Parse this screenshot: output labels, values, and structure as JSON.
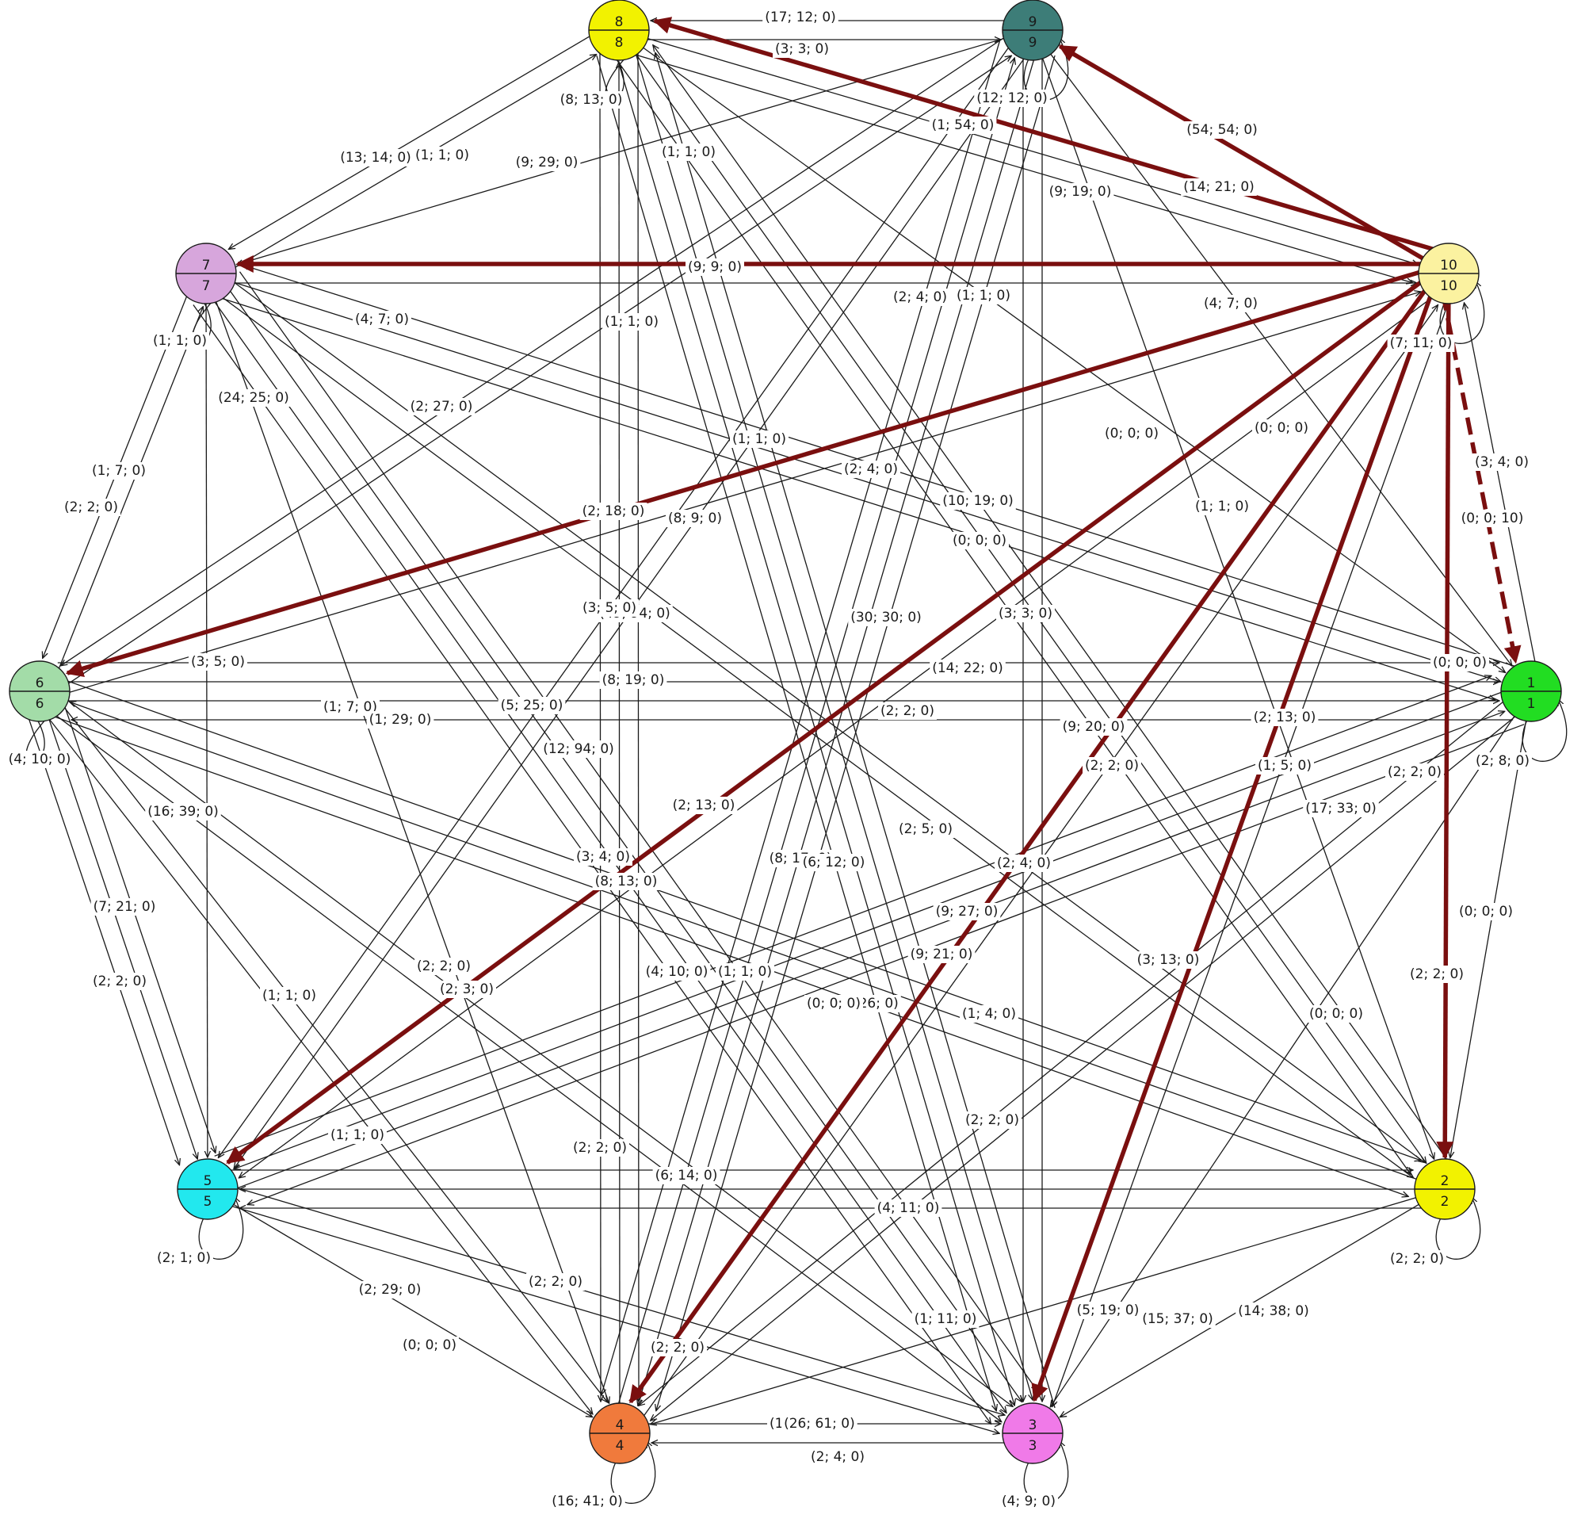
{
  "colors": {
    "edge": "#1a1a1a",
    "highlight": "#7a0f0f",
    "label_bg": "#ffffff"
  },
  "nodes": [
    {
      "id": 1,
      "top": "1",
      "bottom": "1",
      "color": "#22dd22",
      "loop_label": "(2; 8; 0)"
    },
    {
      "id": 2,
      "top": "2",
      "bottom": "2",
      "color": "#f2f200",
      "loop_label": "(2; 2; 0)"
    },
    {
      "id": 3,
      "top": "3",
      "bottom": "3",
      "color": "#f07ae8",
      "loop_label": "(4; 9; 0)"
    },
    {
      "id": 4,
      "top": "4",
      "bottom": "4",
      "color": "#f07a3c",
      "loop_label": "(16; 41; 0)"
    },
    {
      "id": 5,
      "top": "5",
      "bottom": "5",
      "color": "#22e8ee",
      "loop_label": "(2; 1; 0)"
    },
    {
      "id": 6,
      "top": "6",
      "bottom": "6",
      "color": "#a3dca8",
      "loop_label": "(4; 10; 0)"
    },
    {
      "id": 7,
      "top": "7",
      "bottom": "7",
      "color": "#d7a6dc",
      "loop_label": "(1; 1; 0)"
    },
    {
      "id": 8,
      "top": "8",
      "bottom": "8",
      "color": "#f2f200",
      "loop_label": "(8; 13; 0)"
    },
    {
      "id": 9,
      "top": "9",
      "bottom": "9",
      "color": "#3d7d78",
      "loop_label": "(12; 12; 0)"
    },
    {
      "id": 10,
      "top": "10",
      "bottom": "10",
      "color": "#fbf2a0",
      "loop_label": "(7; 11; 0)"
    }
  ],
  "edges": [
    {
      "from": 9,
      "to": 8,
      "label": "(17; 12; 0)"
    },
    {
      "from": 8,
      "to": 9,
      "label": "(3; 3; 0)"
    },
    {
      "from": 10,
      "to": 9,
      "label": "(54; 54; 0)",
      "highlight": true
    },
    {
      "from": 10,
      "to": 8,
      "label": "(1; 54; 0)",
      "highlight": true
    },
    {
      "from": 10,
      "to": 7,
      "label": "(9; 9; 0)",
      "highlight": true
    },
    {
      "from": 10,
      "to": 6,
      "label": "(2; 18; 0)",
      "highlight": true
    },
    {
      "from": 10,
      "to": 5,
      "label": "(2; 13; 0)",
      "highlight": true
    },
    {
      "from": 10,
      "to": 4,
      "label": "(9; 21; 0)",
      "highlight": true
    },
    {
      "from": 10,
      "to": 3,
      "label": "(3; 13; 0)",
      "highlight": true
    },
    {
      "from": 10,
      "to": 2,
      "label": "(2; 2; 0)",
      "highlight": true
    },
    {
      "from": 10,
      "to": 1,
      "label": "(0; 0; 10)",
      "highlight": true
    },
    {
      "from": 1,
      "to": 10,
      "label": "(3; 4; 0)"
    },
    {
      "from": 8,
      "to": 10,
      "label": "(14; 21; 0)"
    },
    {
      "from": 8,
      "to": 10,
      "label": "(9; 19; 0)"
    },
    {
      "from": 8,
      "to": 7,
      "label": "(13; 14; 0)"
    },
    {
      "from": 7,
      "to": 8,
      "label": "(1; 1; 0)"
    },
    {
      "from": 9,
      "to": 7,
      "label": "(9; 29; 0)"
    },
    {
      "from": 8,
      "to": 1,
      "label": "(1; 1; 0)"
    },
    {
      "from": 7,
      "to": 10,
      "label": "(2; 4; 0)"
    },
    {
      "from": 9,
      "to": 1,
      "label": "(1; 1; 0)"
    },
    {
      "from": 9,
      "to": 5,
      "label": "(1; 1; 0)"
    },
    {
      "from": 7,
      "to": 3,
      "label": "(4; 7; 0)"
    },
    {
      "from": 9,
      "to": 6,
      "label": "(2; 27; 0)"
    },
    {
      "from": 7,
      "to": 6,
      "label": "(1; 7; 0)"
    },
    {
      "from": 6,
      "to": 7,
      "label": "(2; 2; 0)"
    },
    {
      "from": 7,
      "to": 4,
      "label": "(24; 25; 0)"
    },
    {
      "from": 7,
      "to": 1,
      "label": "(1; 1; 0)"
    },
    {
      "from": 9,
      "to": 4,
      "label": "(4; 7; 0)"
    },
    {
      "from": 6,
      "to": 10,
      "label": "(2; 4; 0)"
    },
    {
      "from": 8,
      "to": 2,
      "label": "(0; 0; 0)"
    },
    {
      "from": 9,
      "to": 2,
      "label": "(0; 0; 0)"
    },
    {
      "from": 9,
      "to": 3,
      "label": "(1; 1; 0)"
    },
    {
      "from": 7,
      "to": 2,
      "label": "(10; 19; 0)"
    },
    {
      "from": 6,
      "to": 9,
      "label": "(8; 9; 0)"
    },
    {
      "from": 7,
      "to": 1,
      "label": "(0; 0; 0)"
    },
    {
      "from": 8,
      "to": 4,
      "label": "(49; 94; 0)"
    },
    {
      "from": 8,
      "to": 3,
      "label": "(3; 5; 0)"
    },
    {
      "from": 4,
      "to": 9,
      "label": "(30; 30; 0)"
    },
    {
      "from": 9,
      "to": 3,
      "label": "(3; 3; 0)"
    },
    {
      "from": 8,
      "to": 2,
      "label": "(8; 19; 0)"
    },
    {
      "from": 1,
      "to": 6,
      "label": "(2; 2; 0)"
    },
    {
      "from": 6,
      "to": 1,
      "label": "(0; 0; 0)"
    },
    {
      "from": 1,
      "to": 7,
      "label": "(14; 22; 0)"
    },
    {
      "from": 1,
      "to": 5,
      "label": "(3; 5; 0)"
    },
    {
      "from": 7,
      "to": 5,
      "label": "(1; 7; 0)"
    },
    {
      "from": 6,
      "to": 2,
      "label": "(5; 25; 0)"
    },
    {
      "from": 6,
      "to": 3,
      "label": "(2; 13; 0)"
    },
    {
      "from": 6,
      "to": 1,
      "label": "(9; 20; 0)"
    },
    {
      "from": 8,
      "to": 3,
      "label": "(1; 29; 0)"
    },
    {
      "from": 9,
      "to": 5,
      "label": "(12; 94; 0)"
    },
    {
      "from": 8,
      "to": 3,
      "label": "(1; 5; 0)"
    },
    {
      "from": 2,
      "to": 6,
      "label": "(2; 2; 0)"
    },
    {
      "from": 4,
      "to": 10,
      "label": "(17; 33; 0)"
    },
    {
      "from": 1,
      "to": 4,
      "label": "(16; 39; 0)"
    },
    {
      "from": 6,
      "to": 5,
      "label": "(2; 5; 0)"
    },
    {
      "from": 7,
      "to": 3,
      "label": "(3; 4; 0)"
    },
    {
      "from": 6,
      "to": 2,
      "label": "(8; 17; 0)"
    },
    {
      "from": 4,
      "to": 8,
      "label": "(6; 12; 0)"
    },
    {
      "from": 3,
      "to": 8,
      "label": "(2; 4; 0)"
    },
    {
      "from": 6,
      "to": 1,
      "label": "(8; 13; 0)"
    },
    {
      "from": 5,
      "to": 1,
      "label": "(9; 27; 0)"
    },
    {
      "from": 1,
      "to": 5,
      "label": "(0; 0; 0)"
    },
    {
      "from": 5,
      "to": 1,
      "label": "(7; 21; 0)"
    },
    {
      "from": 6,
      "to": 5,
      "label": "(2; 2; 0)"
    },
    {
      "from": 6,
      "to": 3,
      "label": "(2; 3; 0)"
    },
    {
      "from": 10,
      "to": 5,
      "label": "(4; 10; 0)"
    },
    {
      "from": 8,
      "to": 4,
      "label": "(1; 1; 0)"
    },
    {
      "from": 9,
      "to": 4,
      "label": "(1; 1; 0)"
    },
    {
      "from": 6,
      "to": 4,
      "label": "(11; 26; 0)"
    },
    {
      "from": 7,
      "to": 2,
      "label": "(2; 2; 0)"
    },
    {
      "from": 1,
      "to": 2,
      "label": "(2; 2; 0)"
    },
    {
      "from": 6,
      "to": 5,
      "label": "(1; 4; 0)"
    },
    {
      "from": 10,
      "to": 3,
      "label": "(0; 0; 0)"
    },
    {
      "from": 2,
      "to": 8,
      "label": "(0; 0; 0)"
    },
    {
      "from": 1,
      "to": 4,
      "label": "(2; 2; 0)"
    },
    {
      "from": 7,
      "to": 3,
      "label": "(1; 1; 0)"
    },
    {
      "from": 2,
      "to": 5,
      "label": "(2; 2; 0)"
    },
    {
      "from": 9,
      "to": 4,
      "label": "(6; 14; 0)"
    },
    {
      "from": 2,
      "to": 5,
      "label": "(4; 11; 0)"
    },
    {
      "from": 5,
      "to": 2,
      "label": "(2; 2; 0)"
    },
    {
      "from": 5,
      "to": 3,
      "label": "(2; 29; 0)"
    },
    {
      "from": 5,
      "to": 4,
      "label": "(1; 11; 0)"
    },
    {
      "from": 7,
      "to": 3,
      "label": "(5; 19; 0)"
    },
    {
      "from": 1,
      "to": 3,
      "label": "(15; 37; 0)"
    },
    {
      "from": 2,
      "to": 4,
      "label": "(14; 38; 0)"
    },
    {
      "from": 2,
      "to": 3,
      "label": "(0; 0; 0)"
    },
    {
      "from": 6,
      "to": 4,
      "label": "(2; 2; 0)"
    },
    {
      "from": 5,
      "to": 3,
      "label": "(1; 1; 0)"
    },
    {
      "from": 3,
      "to": 4,
      "label": "(2; 4; 0)"
    },
    {
      "from": 4,
      "to": 3,
      "label": "(26; 61; 0)"
    }
  ]
}
